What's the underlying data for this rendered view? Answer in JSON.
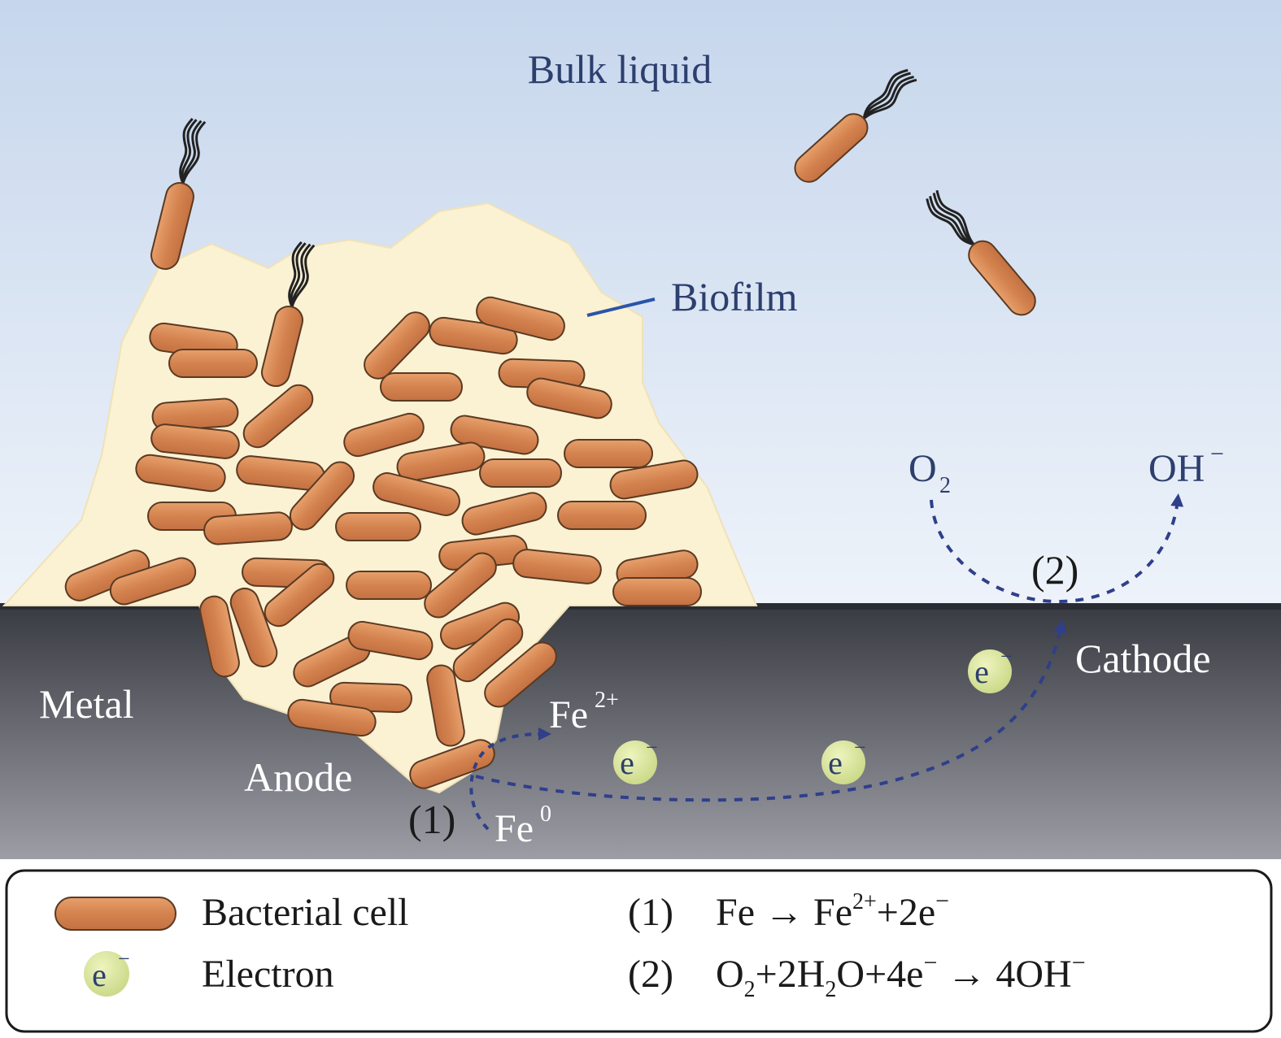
{
  "labels": {
    "bulk_liquid": "Bulk liquid",
    "biofilm": "Biofilm",
    "metal": "Metal",
    "anode": "Anode",
    "cathode": "Cathode",
    "step1": "(1)",
    "step2": "(2)",
    "fe0_base": "Fe",
    "fe0_sup": "0",
    "fe2_base": "Fe",
    "fe2_sup": "2+",
    "o2_base": "O",
    "o2_sub": "2",
    "oh_base": "OH",
    "oh_sup": "−",
    "electron_e": "e",
    "electron_sup": "−"
  },
  "legend": {
    "bacterial_cell": "Bacterial cell",
    "electron": "Electron",
    "eq1_num": "(1)",
    "eq1_a": "Fe → Fe",
    "eq1_sup": "2+",
    "eq1_b": "+2e",
    "eq1_sup2": "−",
    "eq2_num": "(2)",
    "eq2_a": "O",
    "eq2_sub1": "2",
    "eq2_b": "+2H",
    "eq2_sub2": "2",
    "eq2_c": "O+4e",
    "eq2_sup": "−",
    "eq2_d": " → 4OH",
    "eq2_sup2": "−"
  },
  "colors": {
    "liquid_top": "#c8d8ee",
    "liquid_bottom": "#eef3fa",
    "metal_top": "#3a3c44",
    "metal_bottom": "#9a9ba3",
    "biofilm": "#fbf1d3",
    "cell_fill": "#d88a55",
    "cell_stroke": "#5a3a22",
    "electron_fill": "#d7e49a",
    "arrow": "#2f3f8a",
    "label_blue": "#2d3f6e"
  }
}
